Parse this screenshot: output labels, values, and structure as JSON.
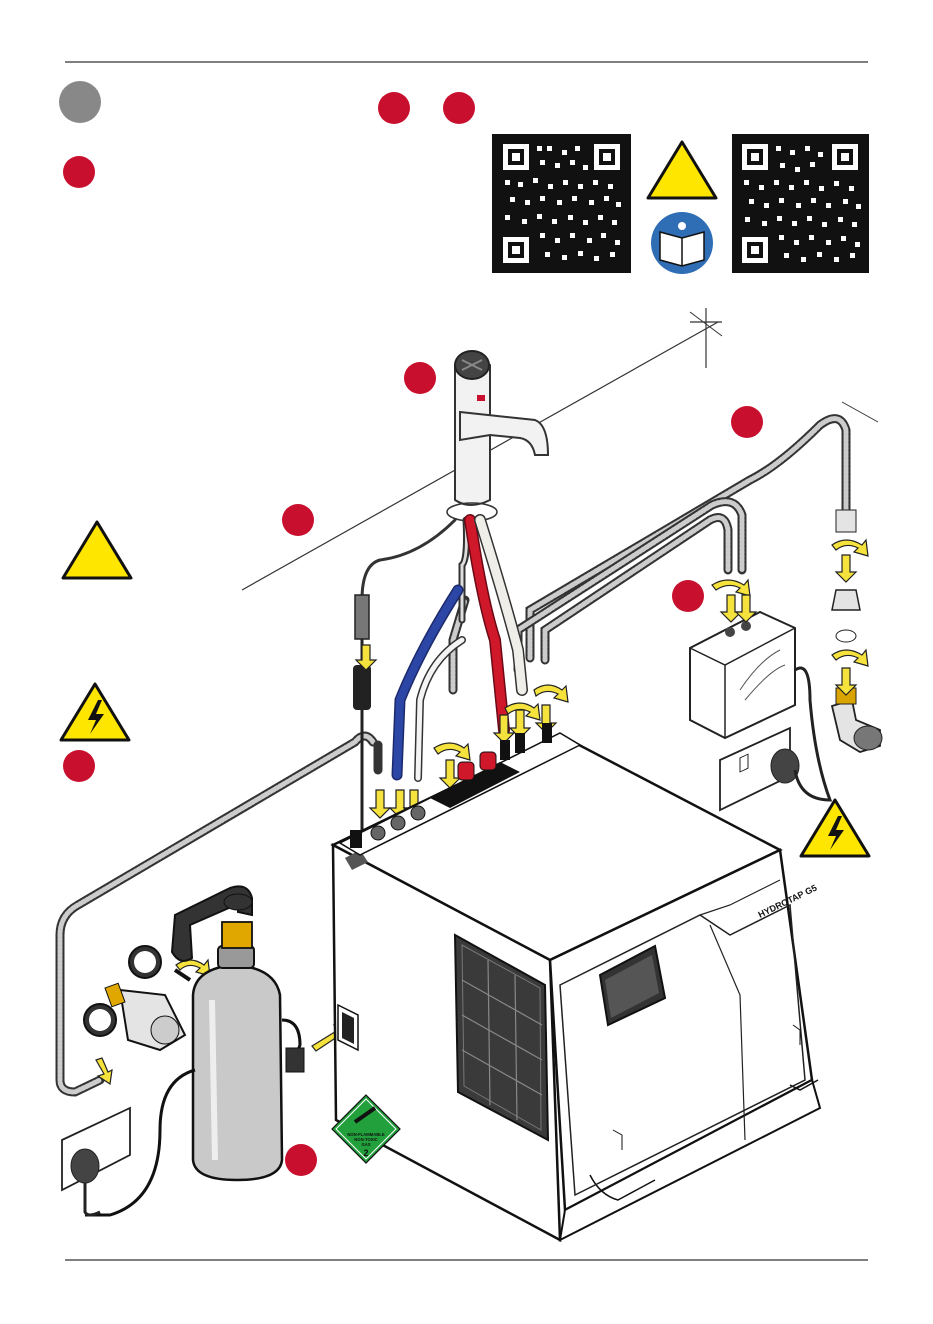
{
  "header": {
    "step_label": ""
  },
  "sign": {
    "gas_line1": "NON-FLAMMABLE",
    "gas_line2": "NON-TOXIC",
    "gas_line3": "GAS",
    "gas_class": "2"
  },
  "product": {
    "brand": "HYDROTAP G5"
  },
  "colors": {
    "marker_red": "#c8102e",
    "marker_grey": "#888888",
    "warning_yellow": "#ffe600",
    "info_blue": "#2f6db5",
    "hose_red": "#d0182b",
    "hose_blue": "#2c46a6",
    "gas_green": "#21a03b",
    "arrow_yellow": "#f5e23c"
  },
  "icons": [
    "warning-triangle-icon",
    "electric-hazard-icon",
    "manual-info-icon",
    "qr-code-icon",
    "rotate-arrow-icon"
  ]
}
